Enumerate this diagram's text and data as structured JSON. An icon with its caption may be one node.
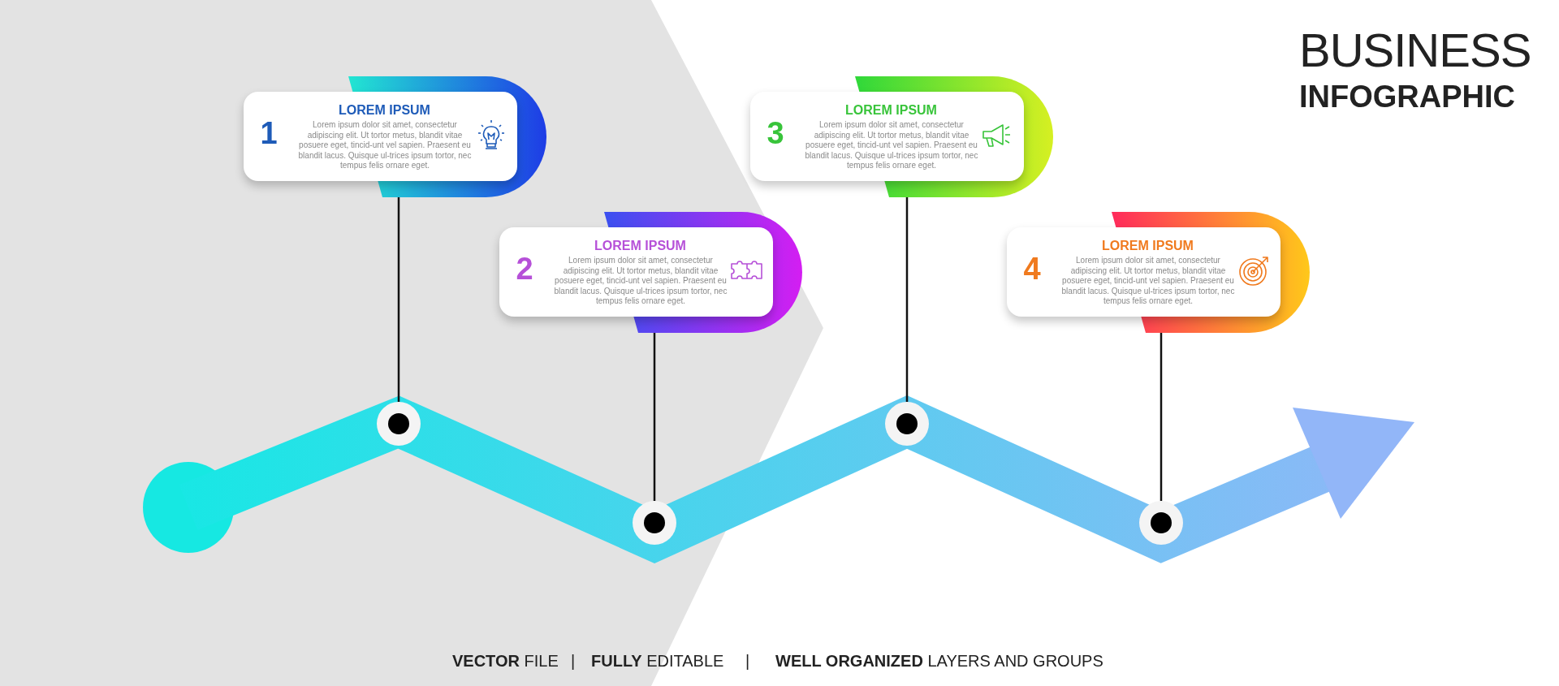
{
  "diagram": {
    "title": "BUSINESS",
    "nodes": [
      {
        "text": [
          "1",
          "LOREM IPSUM",
          "Lorem ipsum dolor sit amet, consectetur adipiscing elit. Ut tortor metus, blandit vitae posuere eget, tincid-unt vel sapien. Praesent eu blandit lacus. Quisque ul-trices ipsum tortor, nec tempus felis ornare eget."
        ]
      },
      {
        "text": [
          "2",
          "LOREM IPSUM",
          "Lorem ipsum dolor sit amet, consectetur adipiscing elit. Ut tortor metus, blandit vitae posuere eget, tincid-unt vel sapien. Praesent eu blandit lacus. Quisque ul-trices ipsum tortor, nec tempus felis ornare eget."
        ]
      },
      {
        "text": [
          "3",
          "LOREM IPSUM",
          "Lorem ipsum dolor sit amet, consectetur adipiscing elit. Ut tortor metus, blandit vitae posuere eget, tincid-unt vel sapien. Praesent eu blandit lacus. Quisque ul-trices ipsum tortor, nec tempus felis ornare eget."
        ]
      },
      {
        "text": [
          "4",
          "LOREM IPSUM",
          "Lorem ipsum dolor sit amet, consectetur adipiscing elit. Ut tortor metus, blandit vitae posuere eget, tincid-unt vel sapien. Praesent eu blandit lacus. Quisque ul-trices ipsum tortor, nec tempus felis ornare eget."
        ]
      },
      {
        "text": [],
        "shape": "circle"
      },
      {
        "text": [],
        "shape": "circle"
      },
      {
        "text": [],
        "shape": "circle"
      },
      {
        "text": [],
        "shape": "circle"
      }
    ],
    "edges": [
      {
        "from": 0,
        "to": 4,
        "arrow": "none"
      },
      {
        "from": 1,
        "to": 5,
        "arrow": "none"
      },
      {
        "from": 2,
        "to": 6,
        "arrow": "none"
      },
      {
        "from": 3,
        "to": 7,
        "arrow": "none"
      }
    ],
    "labels": [
      "INFOGRAPHIC",
      "**VECTOR** FILE",
      "|",
      "**FULLY** EDITABLE",
      "|",
      "**WELL ORGANIZED** LAYERS AND GROUPS"
    ]
  }
}
